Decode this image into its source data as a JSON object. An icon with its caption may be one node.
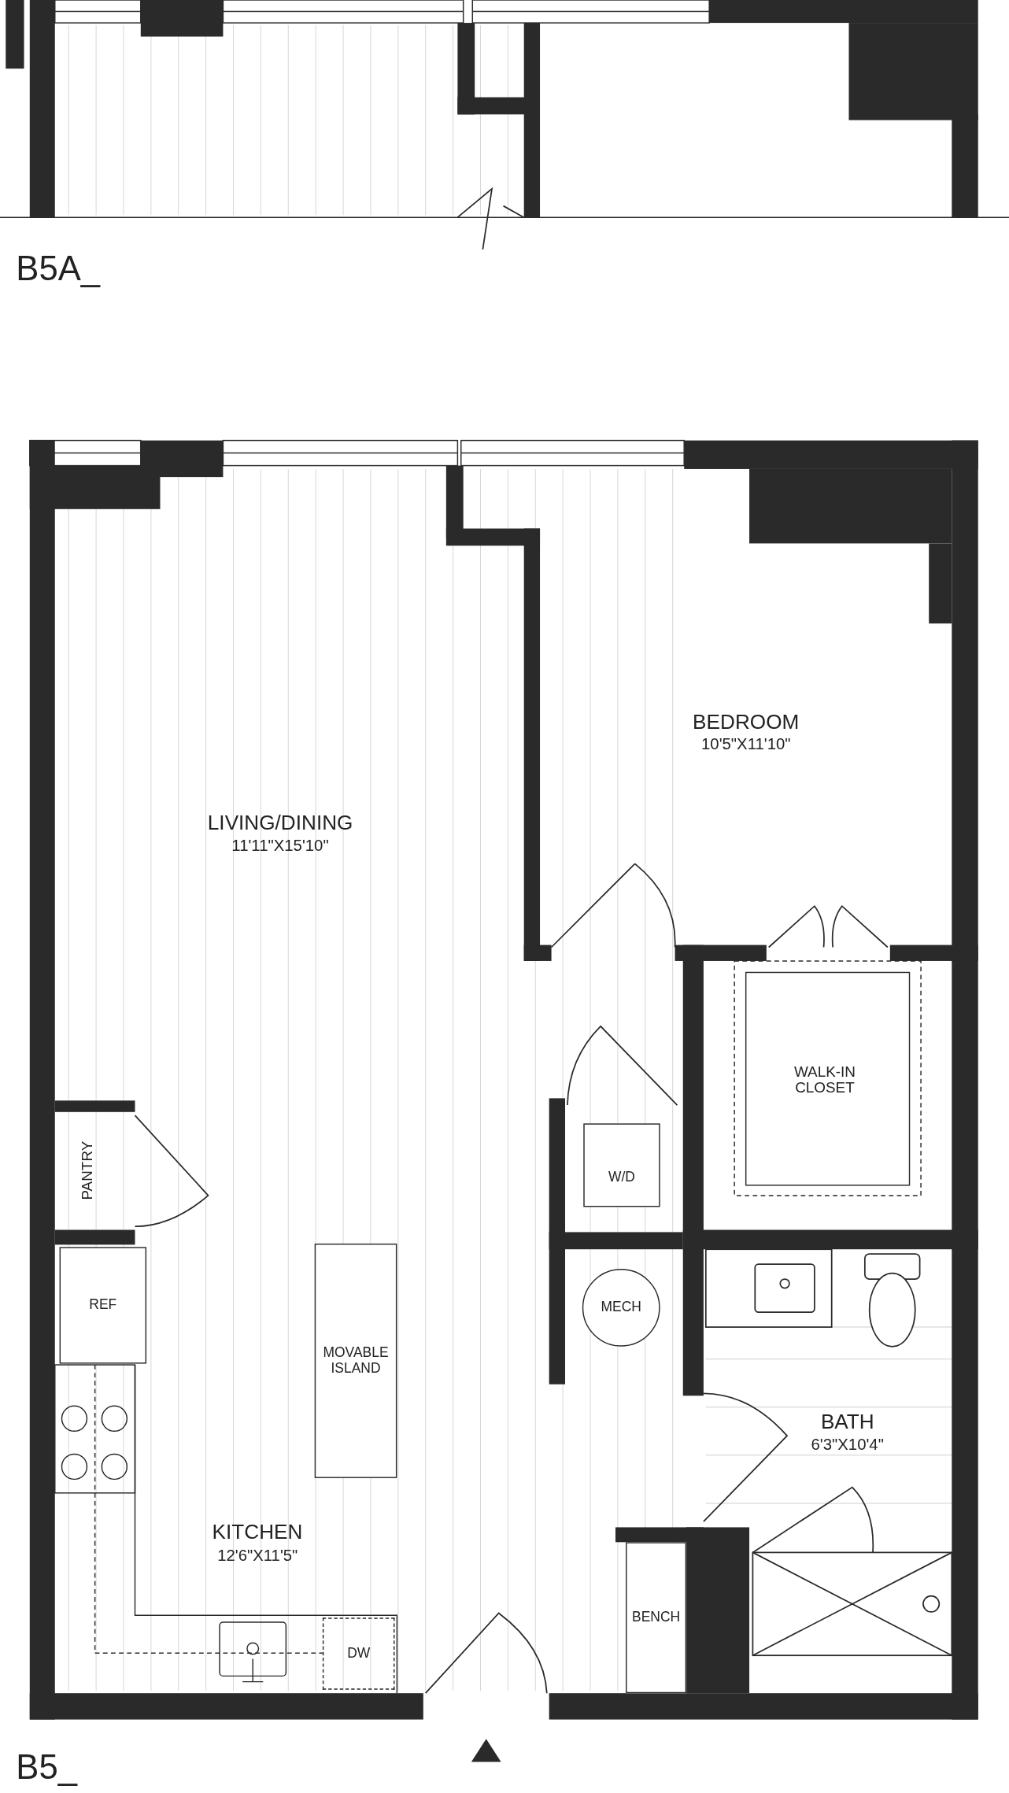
{
  "diagram": {
    "nodes": [
      {
        "text": [
          "W/D"
        ]
      },
      {
        "text": [
          "MOVABLE ISLAND"
        ]
      },
      {
        "text": [
          "REF"
        ]
      },
      {
        "text": [
          "MECH"
        ]
      },
      {
        "text": [
          "BENCH"
        ]
      },
      {
        "text": [
          "DW"
        ]
      }
    ],
    "labels": [
      "B5A_",
      "BEDROOM",
      "10'5\"X11'10\"",
      "LIVING/DINING",
      "11'11\"X15'10\"",
      "WALK-IN CLOSET",
      "PANTRY",
      "BATH",
      "6'3\"X10'4\"",
      "KITCHEN",
      "12'6\"X11'5\"",
      "B5_"
    ]
  }
}
